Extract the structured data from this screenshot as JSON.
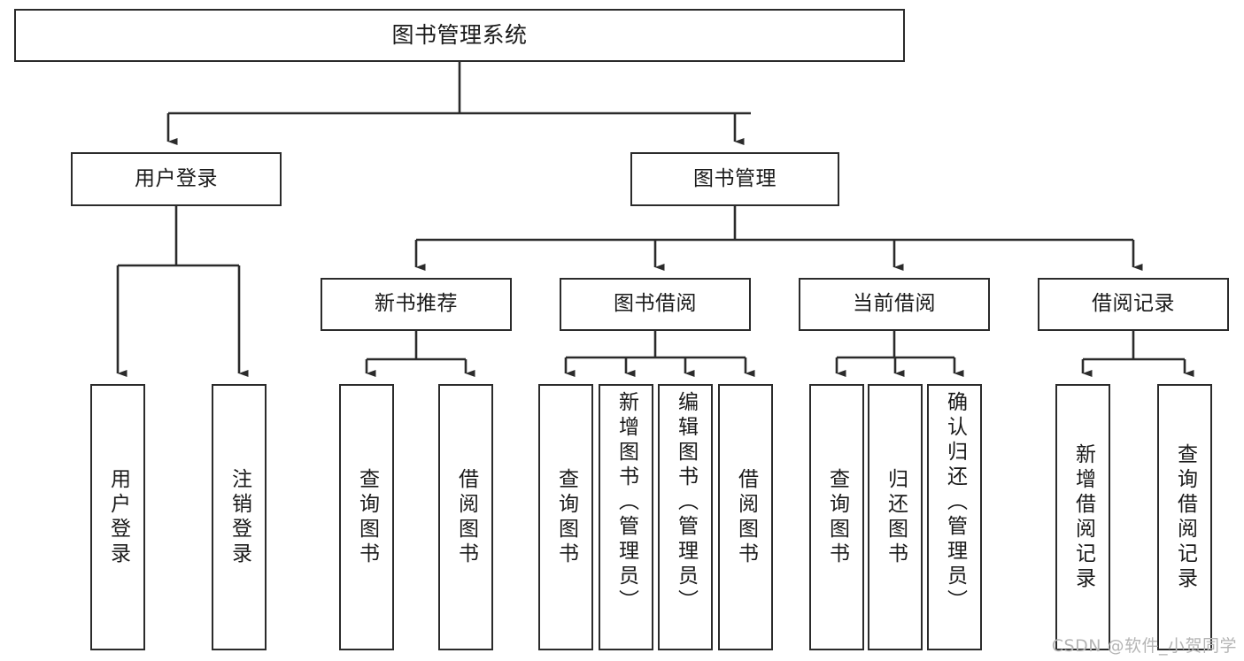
{
  "diagram": {
    "type": "tree-hierarchy-chart",
    "title": "图书管理系统",
    "watermark": "CSDN @软件_小贺同学",
    "line_color": "#2b2b2b",
    "box_fill": "#ffffff",
    "text_color": "#1a1a1a",
    "watermark_color": "#b5b5b5"
  },
  "nodes": {
    "root": {
      "label": "图书管理系统"
    },
    "level2": [
      {
        "label": "用户登录"
      },
      {
        "label": "图书管理"
      }
    ],
    "level3": [
      {
        "label": "新书推荐"
      },
      {
        "label": "图书借阅"
      },
      {
        "label": "当前借阅"
      },
      {
        "label": "借阅记录"
      }
    ],
    "leaves": {
      "user_login": [
        {
          "label": "用户登录"
        },
        {
          "label": "注销登录"
        }
      ],
      "new_book_recommend": [
        {
          "label": "查询图书"
        },
        {
          "label": "借阅图书"
        }
      ],
      "book_borrow": [
        {
          "label": "查询图书"
        },
        {
          "label": "新增图书（管理员）"
        },
        {
          "label": "编辑图书（管理员）"
        },
        {
          "label": "借阅图书"
        }
      ],
      "current_borrow": [
        {
          "label": "查询图书"
        },
        {
          "label": "归还图书"
        },
        {
          "label": "确认归还（管理员）"
        }
      ],
      "borrow_record": [
        {
          "label": "新增借阅记录"
        },
        {
          "label": "查询借阅记录"
        }
      ]
    }
  }
}
